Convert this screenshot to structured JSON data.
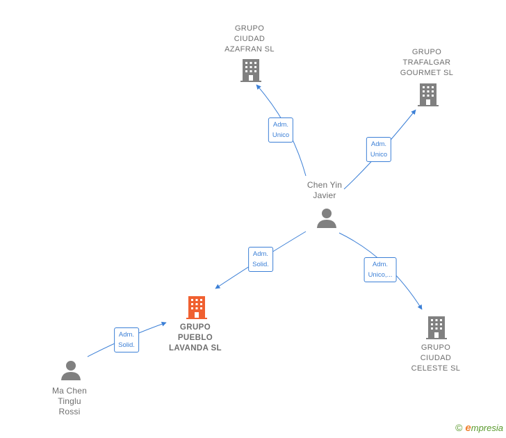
{
  "colors": {
    "edge": "#3b7fd6",
    "company": "#808080",
    "company_main": "#f06030",
    "person": "#808080"
  },
  "nodes": {
    "azafran": {
      "label": "GRUPO\nCIUDAD\nAZAFRAN  SL",
      "icon": "building-icon"
    },
    "trafalgar": {
      "label": "GRUPO\nTRAFALGAR\nGOURMET  SL",
      "icon": "building-icon"
    },
    "chen_yin": {
      "label": "Chen Yin\nJavier",
      "icon": "person-icon"
    },
    "lavanda": {
      "label": "GRUPO\nPUEBLO\nLAVANDA  SL",
      "icon": "building-icon"
    },
    "celeste": {
      "label": "GRUPO\nCIUDAD\nCELESTE  SL",
      "icon": "building-icon"
    },
    "ma_chen": {
      "label": "Ma Chen\nTinglu\nRossi",
      "icon": "person-icon"
    }
  },
  "edges": {
    "to_azafran": "Adm.\nUnico",
    "to_trafalgar": "Adm.\nUnico",
    "to_lavanda": "Adm.\nSolid.",
    "to_celeste": "Adm.\nUnico,...",
    "ma_to_lavanda": "Adm.\nSolid."
  },
  "brand": {
    "copyright": "©",
    "e": "e",
    "rest": "mpresia"
  }
}
